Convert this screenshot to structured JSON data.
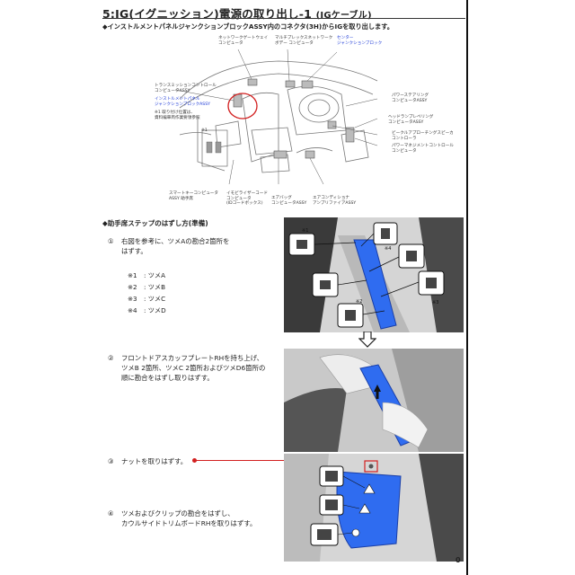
{
  "title": {
    "main": "5:IG(イグニッション)電源の取り出し-1",
    "sub": "(IGケーブル)"
  },
  "section1": "◆インストルメントパネルジャンクションブロックASSY内のコネクタ(3H)からIGを取り出します。",
  "diagram_labels": {
    "network_gateway": [
      "ネットワークゲートウェイ",
      "コンピュータ"
    ],
    "multiplex_network": [
      "マルチプレックスネットワーク",
      "ボデー コンピュータ"
    ],
    "center_junction": [
      "センター",
      "ジャンクションブロック"
    ],
    "transmission_control": [
      "トランスミッションコントロール",
      "コンピュータASSY"
    ],
    "instrument_junction": [
      "インストルメントパネル",
      "ジャンクションブロックASSY"
    ],
    "note1": [
      "※1 取り付け位置は、",
      "資料編車両作業要領参照"
    ],
    "power_steering": [
      "パワーステアリング",
      "コンピュータASSY"
    ],
    "headlamp_leveling": [
      "ヘッドランプレベリング",
      "コンピュータASSY"
    ],
    "beat_speaker": [
      "ビークルアプローチングスピーカ",
      "コントローラ"
    ],
    "power_management": [
      "パワーマネジメントコントロール",
      "コンピュータ"
    ],
    "smart_key": [
      "スマートキーコンピュータ",
      "ASSY 助手席"
    ],
    "immobilizer": [
      "イモビライザーコード",
      "コンピュータ",
      "(IDコードボックス)"
    ],
    "airbag": [
      "エアバッグ",
      "コンピュータASSY"
    ],
    "aircon_amp": [
      "エアコンディショナ",
      "アンプリファイアASSY"
    ],
    "small_box_mark": "※1"
  },
  "section2": "◆助手席ステップのはずし方(準備)",
  "steps": [
    {
      "num": "①",
      "lines": [
        "右図を参考に、ツメAの勘合2箇所を",
        "はずす。"
      ]
    },
    {
      "num": "②",
      "lines": [
        "フロントドアスカッフプレートRHを持ち上げ、",
        "ツメB 2箇所、ツメC 2箇所およびツメD6箇所の",
        "順に勘合をはずし取りはずす。"
      ]
    },
    {
      "num": "③",
      "lines": [
        "ナットを取りはずす。"
      ]
    },
    {
      "num": "④",
      "lines": [
        "ツメおよびクリップの勘合をはずし、",
        "カウルサイドトリムボードRHを取りはずす。"
      ]
    }
  ],
  "claw_notes": [
    {
      "mark": "※1",
      "text": ": ツメA"
    },
    {
      "mark": "※2",
      "text": ": ツメB"
    },
    {
      "mark": "※3",
      "text": ": ツメC"
    },
    {
      "mark": "※4",
      "text": ": ツメD"
    }
  ],
  "photo_marks": [
    "※1",
    "※4",
    "※3",
    "※2"
  ],
  "page_mark": "0",
  "colors": {
    "highlight_blue": "#1a37d6",
    "part_blue": "#2f6cf0",
    "callout_red": "#d21f1f"
  }
}
